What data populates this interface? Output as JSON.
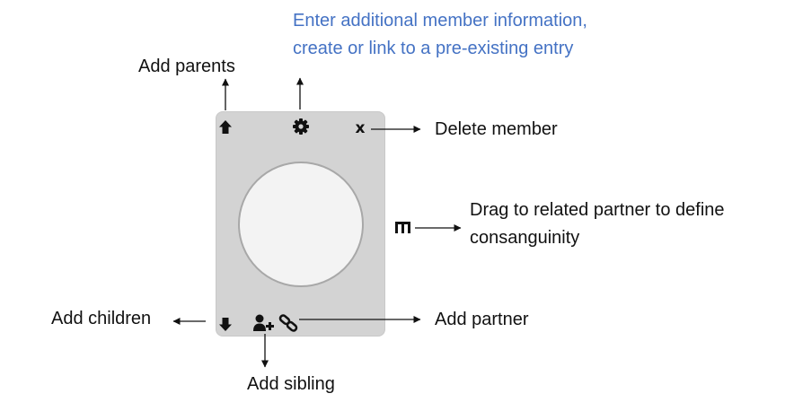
{
  "annotations": {
    "info_line_1": "Enter additional member information,",
    "info_line_2": "create or link to a pre-existing entry",
    "add_parents": "Add parents",
    "delete_member": "Delete member",
    "consanguinity_line_1": "Drag to related partner to define",
    "consanguinity_line_2": "consanguinity",
    "add_children": "Add children",
    "add_partner": "Add partner",
    "add_sibling": "Add sibling"
  },
  "node": {
    "delete_glyph": "x"
  },
  "icons": {
    "add_parents": "arrow-up-icon",
    "settings": "gear-icon",
    "delete": "close-icon",
    "consanguinity": "consanguinity-handle-icon",
    "add_children": "arrow-down-icon",
    "add_sibling": "add-person-icon",
    "add_partner": "link-icon"
  },
  "colors": {
    "info_text": "#4472c4",
    "label_text": "#111111",
    "node_background": "#d3d3d3",
    "node_circle": "#f3f3f3",
    "icon": "#111111"
  }
}
